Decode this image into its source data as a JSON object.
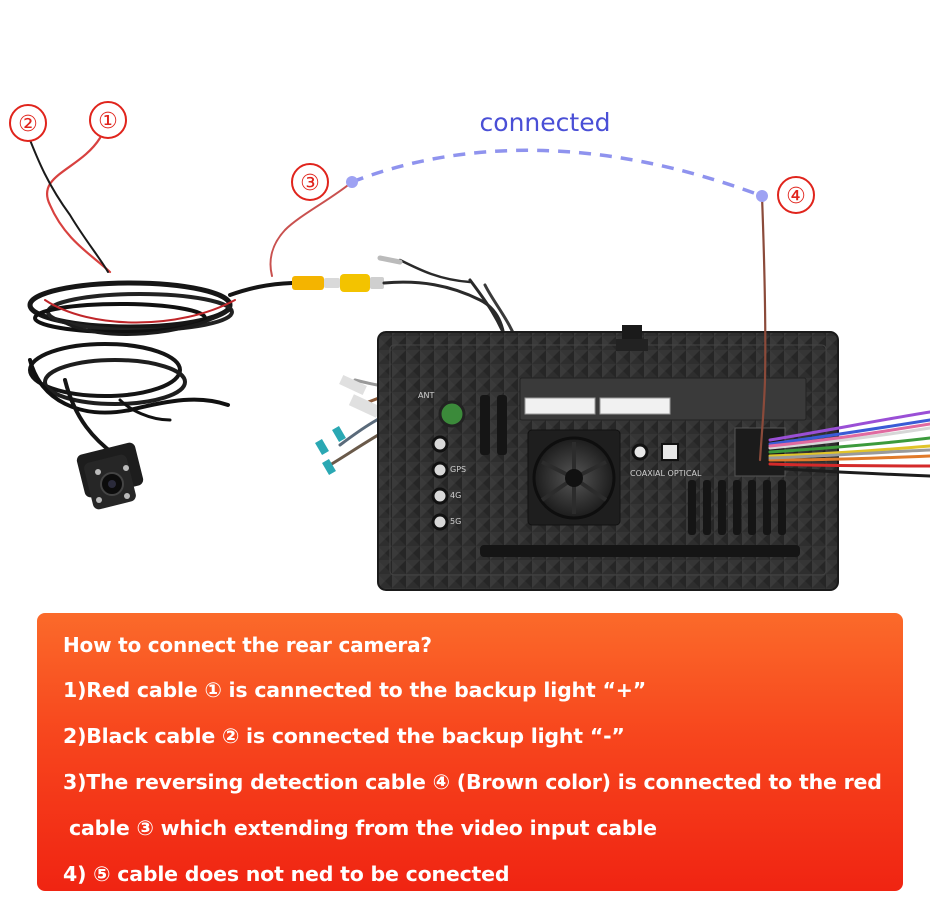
{
  "labels": {
    "n1": "①",
    "n2": "②",
    "n3": "③",
    "n4": "④",
    "connected": "connected"
  },
  "unit_markings": {
    "ant": "ANT",
    "coaxial_optical": "COAXIAL  OPTICAL",
    "gps": "GPS",
    "net4g": "4G",
    "net5g": "5G"
  },
  "instructions": {
    "title": "How to connect the rear camera?",
    "step1": "1)Red cable ① is cannected to the backup light “+”",
    "step2": "2)Black cable ② is connected the backup light “-”",
    "step3a": "3)The reversing detection cable ④ (Brown color) is connected to the red",
    "step3b": "cable ③ which extending from the video input cable",
    "step4": "4) ⑤ cable does not ned to be conected"
  },
  "colors": {
    "label_red": "#e0241c",
    "connected_blue": "#4a4fd6",
    "dash_blue": "#8f93ee",
    "panel_top": "#fb6a2a",
    "panel_bottom": "#f02412",
    "red_wire": "#d8413f",
    "brown_wire": "#8b4a3a"
  }
}
